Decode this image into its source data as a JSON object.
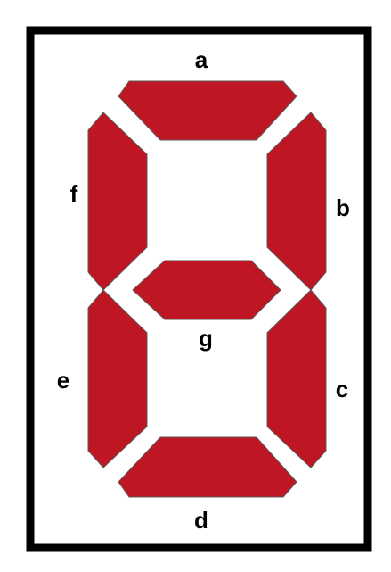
{
  "colors": {
    "segment_fill": "#be1622",
    "segment_stroke": "#5a5a5a",
    "frame": "#000000",
    "background": "#ffffff"
  },
  "segments": {
    "a": {
      "label": "a"
    },
    "b": {
      "label": "b"
    },
    "c": {
      "label": "c"
    },
    "d": {
      "label": "d"
    },
    "e": {
      "label": "e"
    },
    "f": {
      "label": "f"
    },
    "g": {
      "label": "g"
    }
  }
}
